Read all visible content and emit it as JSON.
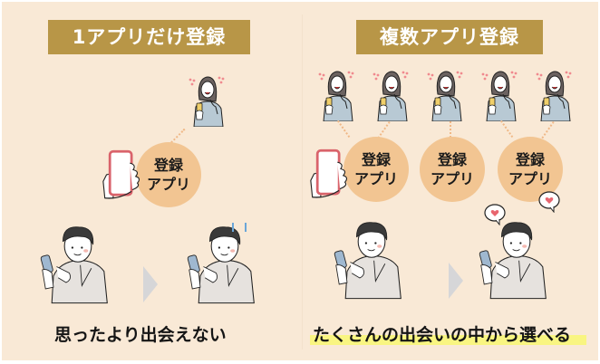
{
  "left_panel": {
    "title": "1アプリだけ登録",
    "bubble": {
      "line1": "登録",
      "line2": "アプリ"
    },
    "caption": "思ったより出会えない",
    "women_count": 1,
    "icons": [
      "woman-with-phone-icon",
      "hand-holding-phone-icon",
      "man-with-phone-icon",
      "arrow-right-icon",
      "man-disappointed-icon"
    ]
  },
  "right_panel": {
    "title": "複数アプリ登録",
    "bubbles": [
      {
        "line1": "登録",
        "line2": "アプリ"
      },
      {
        "line1": "登録",
        "line2": "アプリ"
      },
      {
        "line1": "登録",
        "line2": "アプリ"
      }
    ],
    "caption": "たくさんの出会いの中から選べる",
    "women_count": 5,
    "icons": [
      "woman-with-phone-icon",
      "hand-holding-phone-icon",
      "man-with-phone-icon",
      "arrow-right-icon",
      "man-happy-icon",
      "heart-speech-bubble-icon"
    ]
  },
  "colors": {
    "background": "#f9e9d6",
    "title_badge": "#b89647",
    "bubble": "#f2c592",
    "highlight": "#f9f581",
    "arrow": "#d6d6d8",
    "heart": "#e8656f",
    "phone_frame": "#d9636b"
  }
}
